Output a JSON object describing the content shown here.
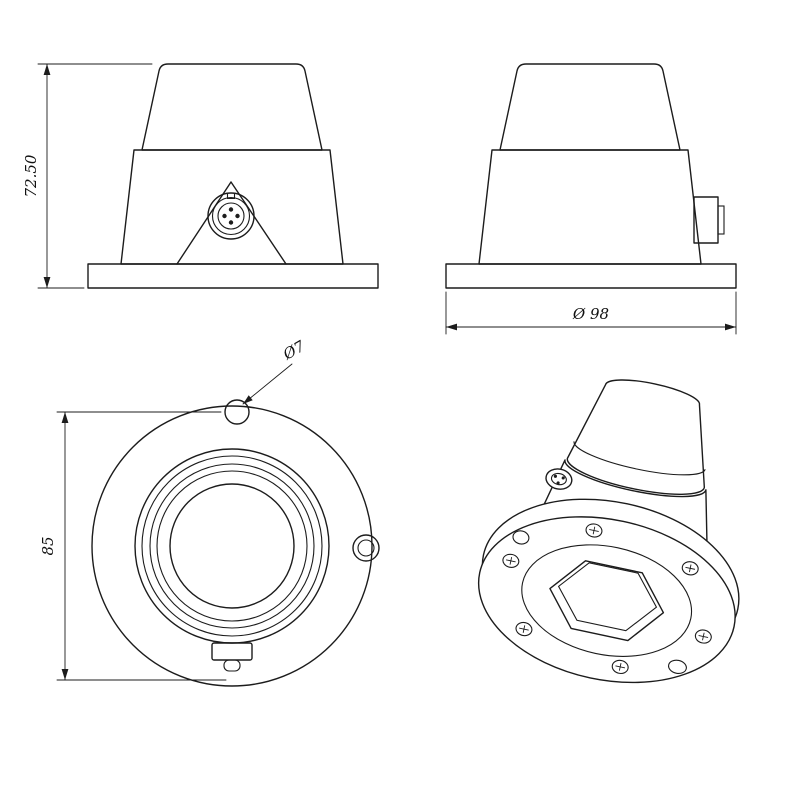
{
  "theme": {
    "background": "#ffffff",
    "line": "#1c1c1c",
    "text": "#111111"
  },
  "dimensions": {
    "front_height": "72.50",
    "flange_diameter": "Ø 98",
    "mount_hole_diameter": "Ø7",
    "mount_hole_spacing": "85"
  }
}
